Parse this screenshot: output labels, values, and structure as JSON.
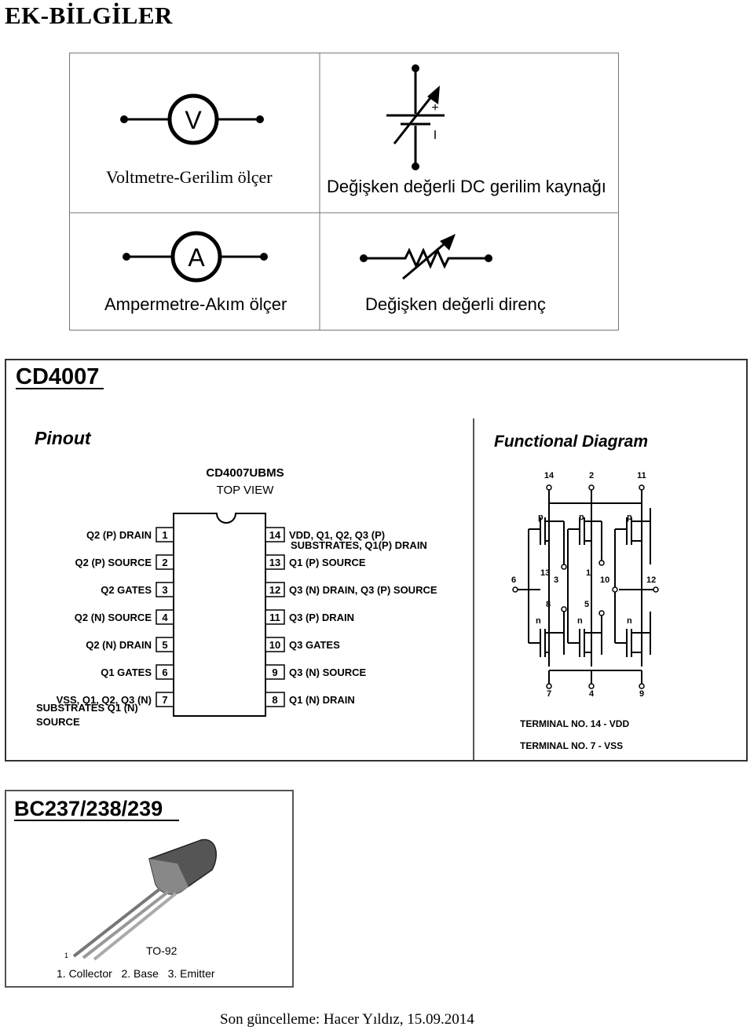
{
  "page": {
    "title": "EK-BİLGİLER",
    "footer": "Son güncelleme: Hacer Yıldız, 15.09.2014"
  },
  "symbols": {
    "voltmeter": {
      "glyph": "V",
      "caption": "Voltmetre-Gerilim ölçer"
    },
    "dc_source": {
      "plus": "+",
      "minus": "I",
      "caption": "Değişken değerli DC gerilim kaynağı"
    },
    "ammeter": {
      "glyph": "A",
      "caption": "Ampermetre-Akım ölçer"
    },
    "resistor": {
      "caption": "Değişken değerli direnç"
    }
  },
  "cd4007": {
    "heading": "CD4007",
    "pinout_title": "Pinout",
    "functional_title": "Functional Diagram",
    "chip_name": "CD4007UBMS",
    "chip_view": "TOP VIEW",
    "left_pins": [
      {
        "num": "1",
        "label": "Q2 (P) DRAIN"
      },
      {
        "num": "2",
        "label": "Q2 (P) SOURCE"
      },
      {
        "num": "3",
        "label": "Q2 GATES"
      },
      {
        "num": "4",
        "label": "Q2 (N) SOURCE"
      },
      {
        "num": "5",
        "label": "Q2 (N) DRAIN"
      },
      {
        "num": "6",
        "label": "Q1 GATES"
      },
      {
        "num": "7",
        "label": "VSS, Q1, Q2, Q3 (N)"
      }
    ],
    "pin7_extra": [
      "SUBSTRATES Q1 (N)",
      "SOURCE"
    ],
    "right_pins": [
      {
        "num": "14",
        "label": "VDD, Q1, Q2, Q3 (P)"
      },
      {
        "num": "13",
        "label": "Q1 (P) SOURCE"
      },
      {
        "num": "12",
        "label": "Q3 (N) DRAIN, Q3 (P) SOURCE"
      },
      {
        "num": "11",
        "label": "Q3 (P) DRAIN"
      },
      {
        "num": "10",
        "label": "Q3 GATES"
      },
      {
        "num": "9",
        "label": "Q3 (N) SOURCE"
      },
      {
        "num": "8",
        "label": "Q1 (N) DRAIN"
      }
    ],
    "pin14_extra": "SUBSTRATES, Q1(P) DRAIN",
    "fd_top_pins": [
      "14",
      "2",
      "11"
    ],
    "fd_bottom_pins": [
      "7",
      "4",
      "9"
    ],
    "fd_side_pins": [
      "6",
      "13",
      "3",
      "1",
      "10",
      "12",
      "8",
      "5"
    ],
    "fd_p_label": "p",
    "fd_n_label": "n",
    "terminal_notes": [
      "TERMINAL NO. 14 - VDD",
      "TERMINAL NO. 7 - VSS"
    ]
  },
  "bc237": {
    "heading": "BC237/238/239",
    "package": "TO-92",
    "pin_one": "1",
    "pins_caption": "1. Collector   2. Base   3. Emitter"
  }
}
